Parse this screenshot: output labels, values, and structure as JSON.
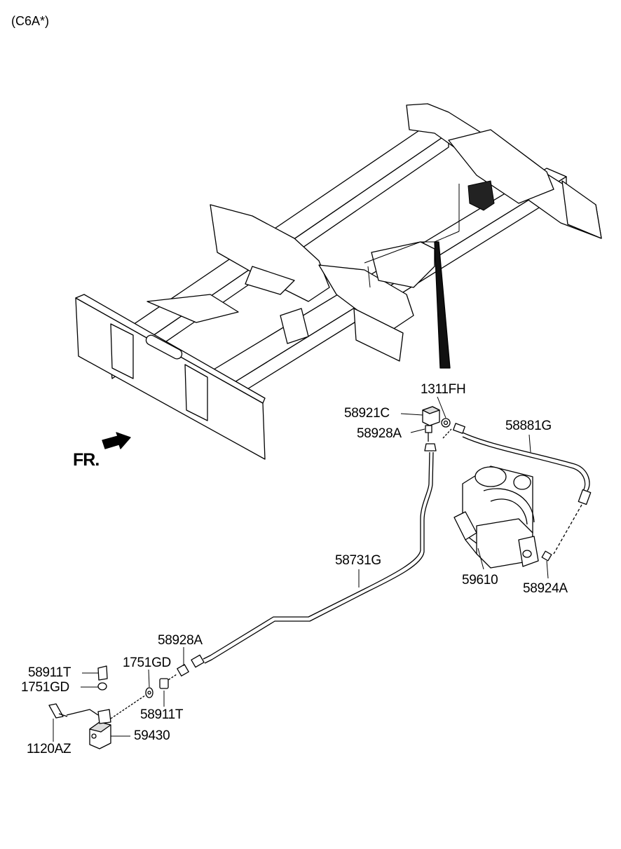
{
  "header": {
    "model_code": "(C6A*)"
  },
  "direction": {
    "label": "FR."
  },
  "colors": {
    "line": "#000000",
    "fill": "#ffffff",
    "shade": "#cfcfcf"
  },
  "parts": [
    {
      "id": "1311FH",
      "label": "1311FH"
    },
    {
      "id": "58921C",
      "label": "58921C"
    },
    {
      "id": "58928A_top",
      "label": "58928A"
    },
    {
      "id": "58881G",
      "label": "58881G"
    },
    {
      "id": "59610",
      "label": "59610"
    },
    {
      "id": "58924A",
      "label": "58924A"
    },
    {
      "id": "58731G",
      "label": "58731G"
    },
    {
      "id": "58928A_bottom",
      "label": "58928A"
    },
    {
      "id": "1751GD_right",
      "label": "1751GD"
    },
    {
      "id": "58911T_left",
      "label": "58911T"
    },
    {
      "id": "1751GD_left",
      "label": "1751GD"
    },
    {
      "id": "58911T_right",
      "label": "58911T"
    },
    {
      "id": "59430",
      "label": "59430"
    },
    {
      "id": "1120AZ",
      "label": "1120AZ"
    }
  ]
}
